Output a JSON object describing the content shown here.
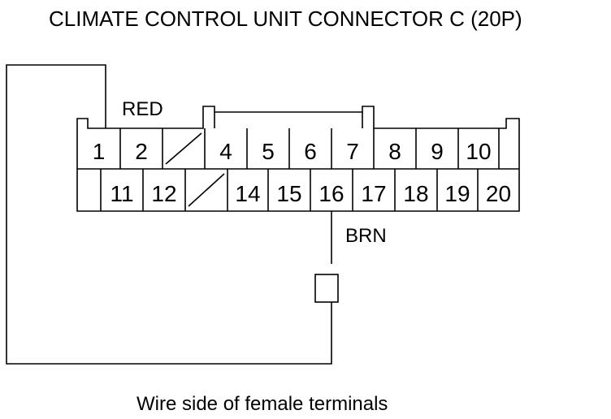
{
  "title": "CLIMATE CONTROL UNIT CONNECTOR C (20P)",
  "caption": "Wire side of female terminals",
  "wires": {
    "red": "RED",
    "brn": "BRN"
  },
  "connector": {
    "top_row": [
      "1",
      "2",
      "",
      "4",
      "5",
      "6",
      "7",
      "8",
      "9",
      "10",
      ""
    ],
    "bottom_row": [
      "",
      "11",
      "12",
      "",
      "14",
      "15",
      "16",
      "17",
      "18",
      "19",
      "20"
    ]
  }
}
